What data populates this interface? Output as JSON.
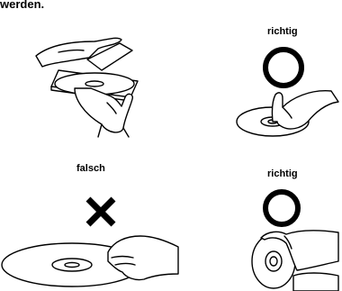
{
  "intro_text": "werden.",
  "labels": {
    "top_right": "richtig",
    "bottom_left": "falsch",
    "bottom_right": "richtig"
  },
  "icons": {
    "top_right_mark": "circle-correct-icon",
    "bottom_left_mark": "cross-wrong-icon",
    "bottom_right_mark": "circle-correct-icon"
  }
}
